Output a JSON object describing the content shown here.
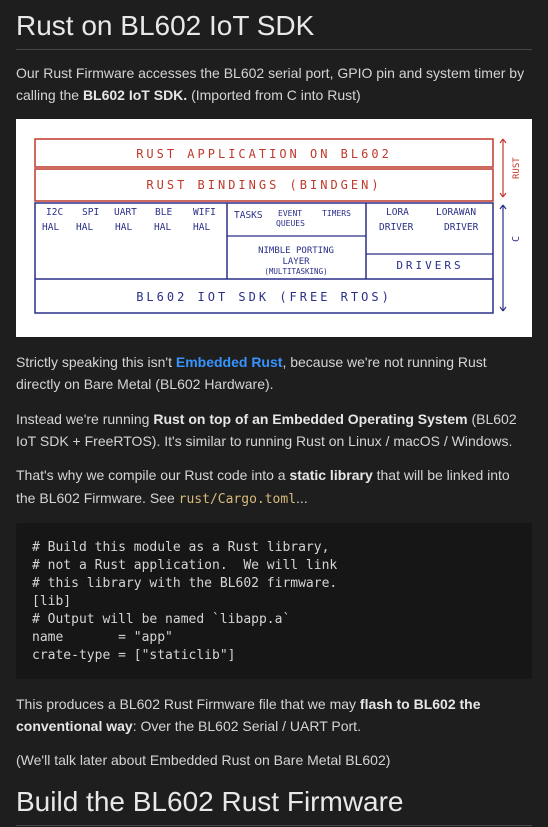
{
  "heading1": "Rust on BL602 IoT SDK",
  "para1": {
    "a": "Our Rust Firmware accesses the BL602 serial port, GPIO pin and system timer by calling the ",
    "b": "BL602 IoT SDK.",
    "c": " (Imported from C into Rust)"
  },
  "diagram": {
    "row1": "RUST  APPLICATION  ON  BL602",
    "row2": "RUST  BINDINGS  (BINDGEN)",
    "i2c": [
      "I2C",
      "HAL"
    ],
    "spi": [
      "SPI",
      "HAL"
    ],
    "uart": [
      "UART",
      "HAL"
    ],
    "ble": [
      "BLE",
      "HAL"
    ],
    "wifi": [
      "WIFI",
      "HAL"
    ],
    "tasks": "TASKS",
    "event": [
      "EVENT",
      "QUEUES"
    ],
    "timers": "TIMERS",
    "nimble": [
      "NIMBLE PORTING",
      "LAYER",
      "(MULTITASKING)"
    ],
    "lora": [
      "LORA",
      "DRIVER"
    ],
    "lorawan": [
      "LORAWAN",
      "DRIVER"
    ],
    "drivers": "DRIVERS",
    "sdk": "BL602  IOT  SDK  (FREE RTOS)",
    "side_rust": "RUST",
    "side_c": "C"
  },
  "para2": {
    "a": "Strictly speaking this isn't ",
    "link": "Embedded Rust",
    "b": ", because we're not running Rust directly on Bare Metal (BL602 Hardware)."
  },
  "para3": {
    "a": "Instead we're running ",
    "b": "Rust on top of an Embedded Operating System",
    "c": " (BL602 IoT SDK + FreeRTOS). It's similar to running Rust on Linux / macOS / Windows."
  },
  "para4": {
    "a": "That's why we compile our Rust code into a ",
    "b": "static library",
    "c": " that will be linked into the BL602 Firmware. See ",
    "code": "rust/Cargo.toml",
    "d": "..."
  },
  "code_block": "# Build this module as a Rust library,\n# not a Rust application.  We will link\n# this library with the BL602 firmware.\n[lib]\n# Output will be named `libapp.a`\nname       = \"app\"\ncrate-type = [\"staticlib\"]",
  "para5": {
    "a": "This produces a BL602 Rust Firmware file that we may ",
    "b": "flash to BL602 the conventional way",
    "c": ": Over the BL602 Serial / UART Port."
  },
  "para6": "(We'll talk later about Embedded Rust on Bare Metal BL602)",
  "heading2": "Build the BL602 Rust Firmware",
  "colors": {
    "background": "#1e1e1e",
    "link": "#3794ff",
    "inline_code": "#d7ba7d",
    "diagram_red": "#c0392b",
    "diagram_blue": "#2a2f88"
  }
}
